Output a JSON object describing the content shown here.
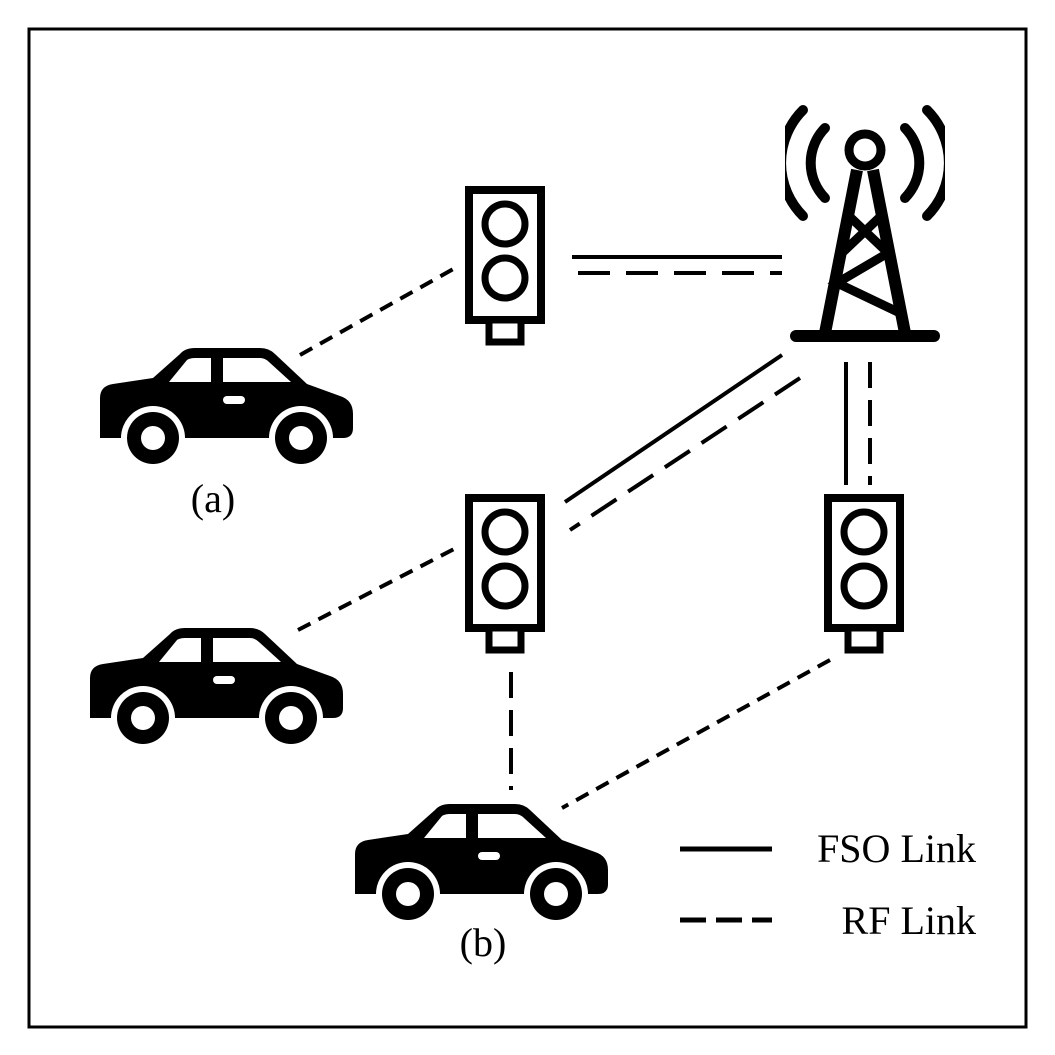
{
  "colors": {
    "ink": "#000000",
    "background": "#ffffff"
  },
  "nodes": {
    "tower": {
      "icon": "cell-tower-icon"
    },
    "traffic_lights": [
      {
        "icon": "traffic-light-icon"
      },
      {
        "icon": "traffic-light-icon"
      },
      {
        "icon": "traffic-light-icon"
      }
    ],
    "cars": [
      {
        "icon": "car-icon",
        "label": "(a)"
      },
      {
        "icon": "car-icon",
        "label": ""
      },
      {
        "icon": "car-icon",
        "label": "(b)"
      }
    ]
  },
  "links": {
    "styles": {
      "fso": "solid",
      "rf": "dashed"
    }
  },
  "legend": {
    "fso_label": "FSO Link",
    "rf_label": "RF Link"
  }
}
